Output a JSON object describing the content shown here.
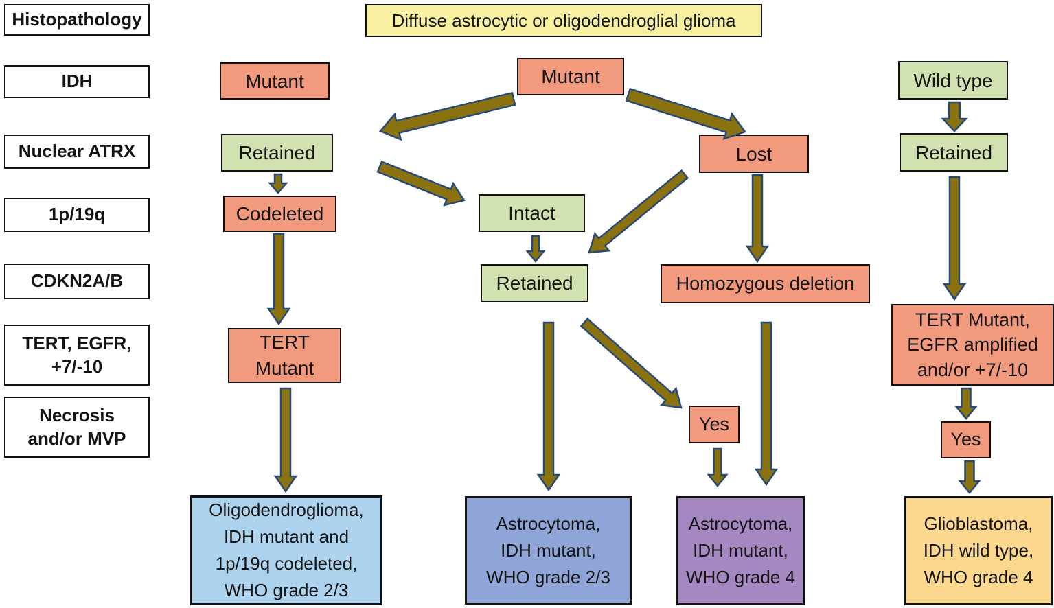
{
  "title": "Diffuse astrocytic or oligodendroglial glioma",
  "rows": {
    "histopathology": {
      "label": "Histopathology"
    },
    "idh": {
      "label": "IDH"
    },
    "nuclear_atrx": {
      "label": "Nuclear ATRX"
    },
    "one_p_19q": {
      "label": "1p/19q"
    },
    "cdkn2ab": {
      "label": "CDKN2A/B"
    },
    "tert_egfr_710": {
      "label": "TERT, EGFR,\n+7/-10"
    },
    "necrosis_mvp": {
      "label": "Necrosis\nand/or MVP"
    }
  },
  "nodes": {
    "idh_mutant_left": {
      "label": "Mutant",
      "status_color": "salmon"
    },
    "idh_mutant_center": {
      "label": "Mutant",
      "status_color": "salmon"
    },
    "idh_wild_type": {
      "label": "Wild type",
      "status_color": "green"
    },
    "atrx_retained_left": {
      "label": "Retained",
      "status_color": "green"
    },
    "atrx_lost": {
      "label": "Lost",
      "status_color": "salmon"
    },
    "atrx_retained_right": {
      "label": "Retained",
      "status_color": "green"
    },
    "codeleted": {
      "label": "Codeleted",
      "status_color": "salmon"
    },
    "intact": {
      "label": "Intact",
      "status_color": "green"
    },
    "cdkn_retained": {
      "label": "Retained",
      "status_color": "green"
    },
    "homozygous_deletion": {
      "label": "Homozygous deletion",
      "status_color": "salmon"
    },
    "tert_mutant": {
      "label": "TERT\nMutant",
      "status_color": "salmon"
    },
    "tert_egfr": {
      "label": "TERT Mutant,\nEGFR amplified\nand/or +7/-10",
      "status_color": "salmon"
    },
    "necrosis_yes_center": {
      "label": "Yes",
      "status_color": "salmon"
    },
    "necrosis_yes_right": {
      "label": "Yes",
      "status_color": "salmon"
    },
    "result_oligodendroglioma": {
      "label": "Oligodendroglioma,\nIDH mutant and\n1p/19q codeleted,\nWHO grade 2/3",
      "status_color": "light_blue"
    },
    "result_astrocytoma_23": {
      "label": "Astrocytoma,\nIDH mutant,\nWHO grade 2/3",
      "status_color": "periwinkle"
    },
    "result_astrocytoma_4": {
      "label": "Astrocytoma,\nIDH mutant,\nWHO grade 4",
      "status_color": "purple"
    },
    "result_glioblastoma": {
      "label": "Glioblastoma,\nIDH wild type,\nWHO grade 4",
      "status_color": "gold"
    }
  },
  "edges": [
    {
      "from": "idh_wild_type",
      "to": "atrx_retained_right"
    },
    {
      "from": "idh_mutant_center",
      "to": "atrx_retained_left"
    },
    {
      "from": "idh_mutant_center",
      "to": "atrx_lost"
    },
    {
      "from": "atrx_retained_left",
      "to": "intact"
    },
    {
      "from": "atrx_retained_left",
      "to": "codeleted"
    },
    {
      "from": "codeleted",
      "to": "tert_mutant"
    },
    {
      "from": "tert_mutant",
      "to": "result_oligodendroglioma"
    },
    {
      "from": "atrx_lost",
      "to": "cdkn_retained"
    },
    {
      "from": "atrx_lost",
      "to": "homozygous_deletion"
    },
    {
      "from": "intact",
      "to": "cdkn_retained"
    },
    {
      "from": "cdkn_retained",
      "to": "result_astrocytoma_23"
    },
    {
      "from": "cdkn_retained",
      "to": "necrosis_yes_center"
    },
    {
      "from": "necrosis_yes_center",
      "to": "result_astrocytoma_4"
    },
    {
      "from": "homozygous_deletion",
      "to": "result_astrocytoma_4"
    },
    {
      "from": "atrx_retained_right",
      "to": "tert_egfr"
    },
    {
      "from": "tert_egfr",
      "to": "necrosis_yes_right"
    },
    {
      "from": "necrosis_yes_right",
      "to": "result_glioblastoma"
    }
  ],
  "colors": {
    "salmon": "#F29A7D",
    "green": "#D2E1B0",
    "yellow": "#F6F0A0",
    "white": "#FFFFFF",
    "light_blue": "#AED3EE",
    "periwinkle": "#90A5D7",
    "purple": "#A588C2",
    "gold": "#FBD88D",
    "arrow_fill": "#8A730F",
    "arrow_stroke": "#27497A",
    "border": "#111111"
  }
}
